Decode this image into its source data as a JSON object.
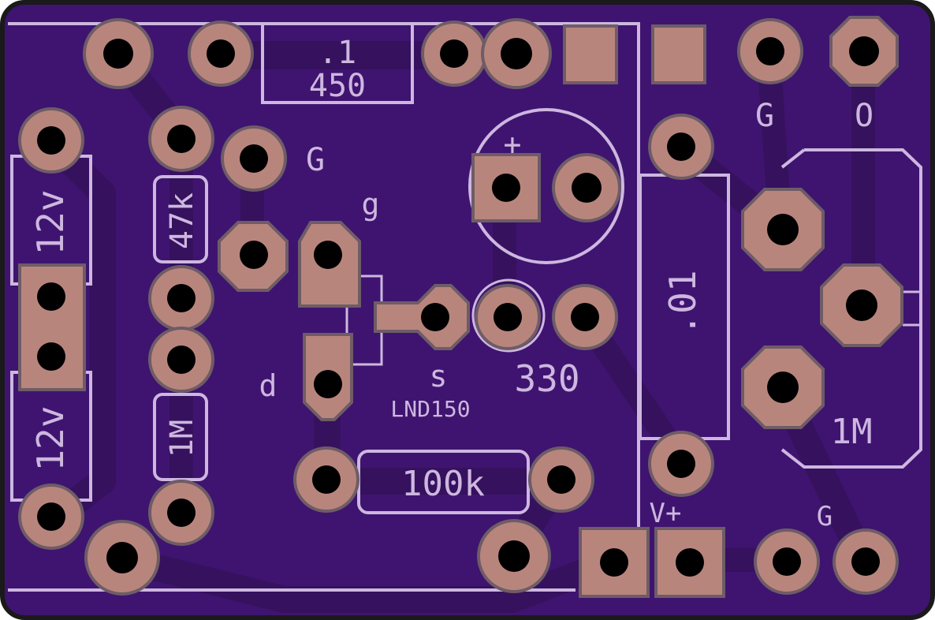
{
  "board": {
    "colors": {
      "substrate": "#3f1470",
      "edge": "#1a1a1a",
      "trace": "#36115e",
      "silkscreen": "#cdb7df",
      "pad": "#b8857d",
      "pad_outline": "#6e5c66",
      "drill": "#000000"
    }
  },
  "labels": {
    "cap_value": ".1",
    "cap_voltage": "450",
    "ground_top_right": "G",
    "output_top_right": "O",
    "ground_mid": "G",
    "gate": "g",
    "plus_sign": "+",
    "res_47k": "47k",
    "supply_upper": "12v",
    "supply_lower": "12v",
    "res_1m_left": "1M",
    "res_330": "330",
    "source": "s",
    "drain": "d",
    "transistor": "LND150",
    "res_100k": "100k",
    "cap_01": ".01",
    "pot_1m": "1M",
    "vplus": "V+",
    "ground_bottom": "G"
  }
}
